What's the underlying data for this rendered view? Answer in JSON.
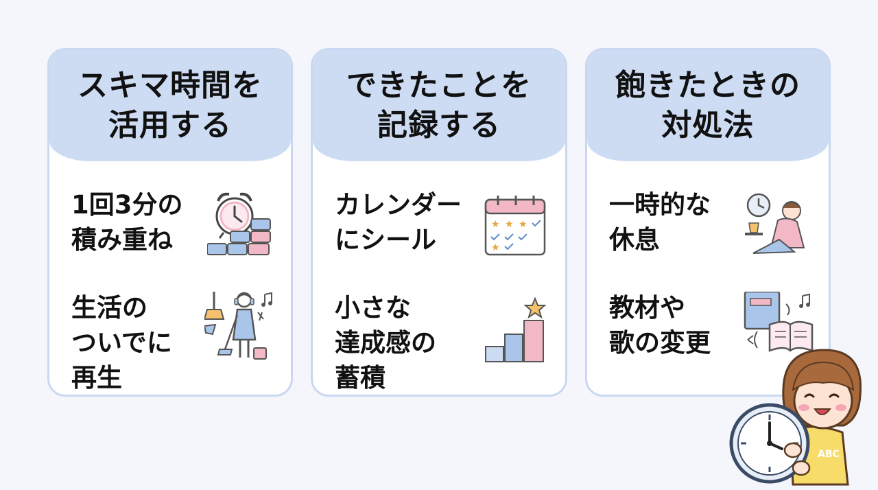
{
  "cards": [
    {
      "title": "スキマ時間を\n活用する",
      "items": [
        {
          "text": "1回3分の\n積み重ね",
          "icon": "alarm-clock-blocks-icon"
        },
        {
          "text": "生活の\nついでに\n再生",
          "icon": "cleaning-music-icon"
        }
      ]
    },
    {
      "title": "できたことを\n記録する",
      "items": [
        {
          "text": "カレンダー\nにシール",
          "icon": "calendar-stickers-icon"
        },
        {
          "text": "小さな\n達成感の\n蓄積",
          "icon": "growth-bars-star-icon"
        }
      ]
    },
    {
      "title": "飽きたときの\n対処法",
      "items": [
        {
          "text": "一時的な\n休息",
          "icon": "relaxing-person-icon"
        },
        {
          "text": "教材や\n歌の変更",
          "icon": "book-music-change-icon"
        }
      ]
    }
  ],
  "mascot": {
    "clock_letters": "ABC",
    "icon": "child-with-clock-illustration"
  },
  "colors": {
    "header": "#cddcf3",
    "border": "#c9d8f0",
    "accent_blue": "#a9c6ea",
    "accent_pink": "#f2b8c6",
    "star": "#f5c16c"
  }
}
